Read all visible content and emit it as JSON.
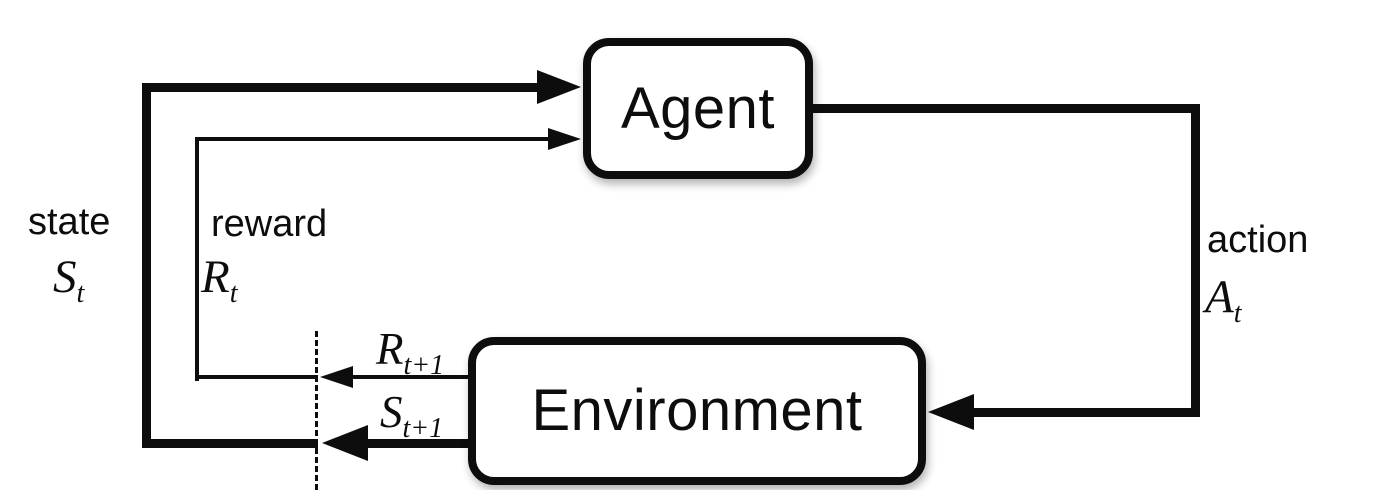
{
  "diagram": {
    "title_semantics": "agent-environment interaction loop",
    "agent": {
      "label": "Agent"
    },
    "environment": {
      "label": "Environment"
    },
    "state": {
      "word": "state",
      "symbol_base": "S",
      "symbol_sub": "t"
    },
    "reward": {
      "word": "reward",
      "symbol_base": "R",
      "symbol_sub": "t"
    },
    "action": {
      "word": "action",
      "symbol_base": "A",
      "symbol_sub": "t"
    },
    "next_reward": {
      "symbol_base": "R",
      "symbol_sub": "t+1"
    },
    "next_state": {
      "symbol_base": "S",
      "symbol_sub": "t+1"
    },
    "colors": {
      "line": "#0d0d0d",
      "background": "#ffffff",
      "box_fill": "#ffffff"
    }
  }
}
